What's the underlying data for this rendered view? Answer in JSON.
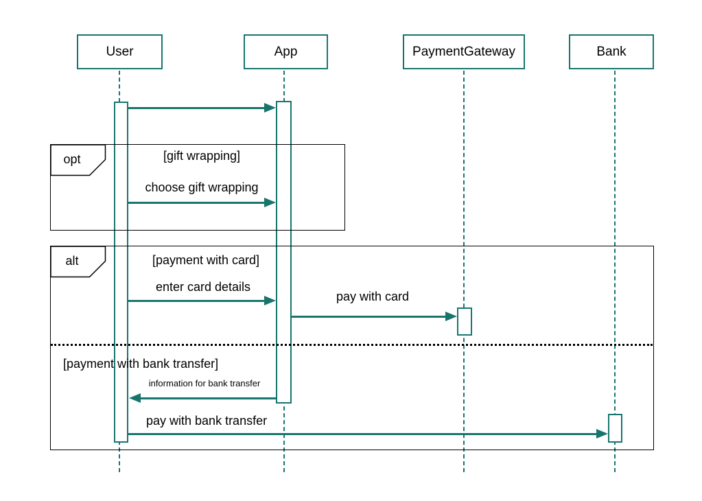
{
  "diagram": {
    "type": "uml-sequence-diagram",
    "colors": {
      "accent": "#17756e",
      "frame": "#000000",
      "text": "#000000",
      "background": "#ffffff"
    },
    "participants": [
      {
        "label": "User"
      },
      {
        "label": "App"
      },
      {
        "label": "PaymentGateway"
      },
      {
        "label": "Bank"
      }
    ],
    "messages": [
      {
        "from": "User",
        "to": "App",
        "label": ""
      },
      {
        "from": "User",
        "to": "App",
        "label": "choose gift wrapping"
      },
      {
        "from": "User",
        "to": "App",
        "label": "enter card details"
      },
      {
        "from": "App",
        "to": "PaymentGateway",
        "label": "pay with card"
      },
      {
        "from": "App",
        "to": "User",
        "label": "information for bank transfer"
      },
      {
        "from": "User",
        "to": "Bank",
        "label": "pay with bank transfer"
      }
    ],
    "fragments": [
      {
        "operator": "opt",
        "guards": [
          "[gift wrapping]"
        ]
      },
      {
        "operator": "alt",
        "guards": [
          "[payment with card]",
          "[payment with bank transfer]"
        ]
      }
    ]
  }
}
